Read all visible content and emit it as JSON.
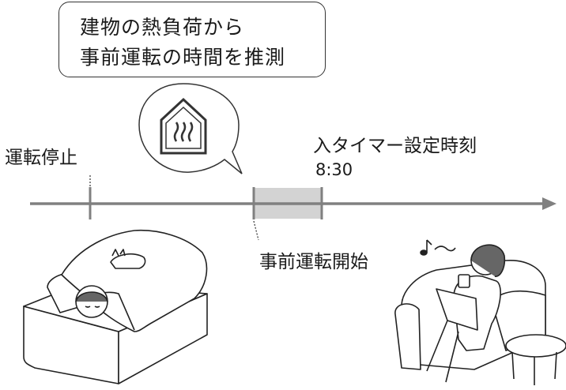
{
  "callout": {
    "line1": "建物の熱負荷から",
    "line2": "事前運転の時間を推測"
  },
  "labels": {
    "stop": "運転停止",
    "timer": "入タイマー設定時刻",
    "time": "8:30",
    "preop": "事前運転開始"
  },
  "colors": {
    "timeline": "#808080",
    "preop_block": "#d3d3d3",
    "outline": "#333333"
  },
  "icons": [
    "heating-house-icon",
    "music-note-icon"
  ]
}
